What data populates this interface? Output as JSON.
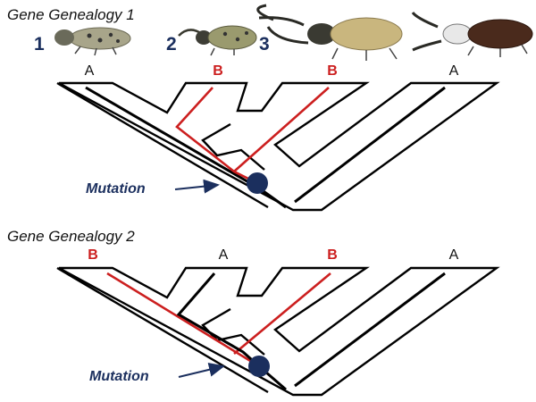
{
  "panels": [
    {
      "title": "Gene Genealogy 1",
      "tips": [
        "A",
        "B",
        "B",
        "A"
      ],
      "mutation_label": "Mutation"
    },
    {
      "title": "Gene Genealogy 2",
      "tips": [
        "B",
        "A",
        "B",
        "A"
      ],
      "mutation_label": "Mutation"
    }
  ],
  "beetle_numbers": [
    "1",
    "2",
    "3"
  ],
  "beetles": [
    {
      "name": "small-hornless-spotted-beetle",
      "color": "#a8a58a"
    },
    {
      "name": "small-horned-spotted-beetle",
      "color": "#9a9a6e"
    },
    {
      "name": "large-horned-tan-beetle",
      "color": "#c9b67e"
    },
    {
      "name": "large-horned-dark-beetle",
      "color": "#4a2a1c"
    }
  ],
  "colors": {
    "allele_A": "#111111",
    "allele_B": "#cc1f1f",
    "mutation": "#1b2f5e"
  }
}
